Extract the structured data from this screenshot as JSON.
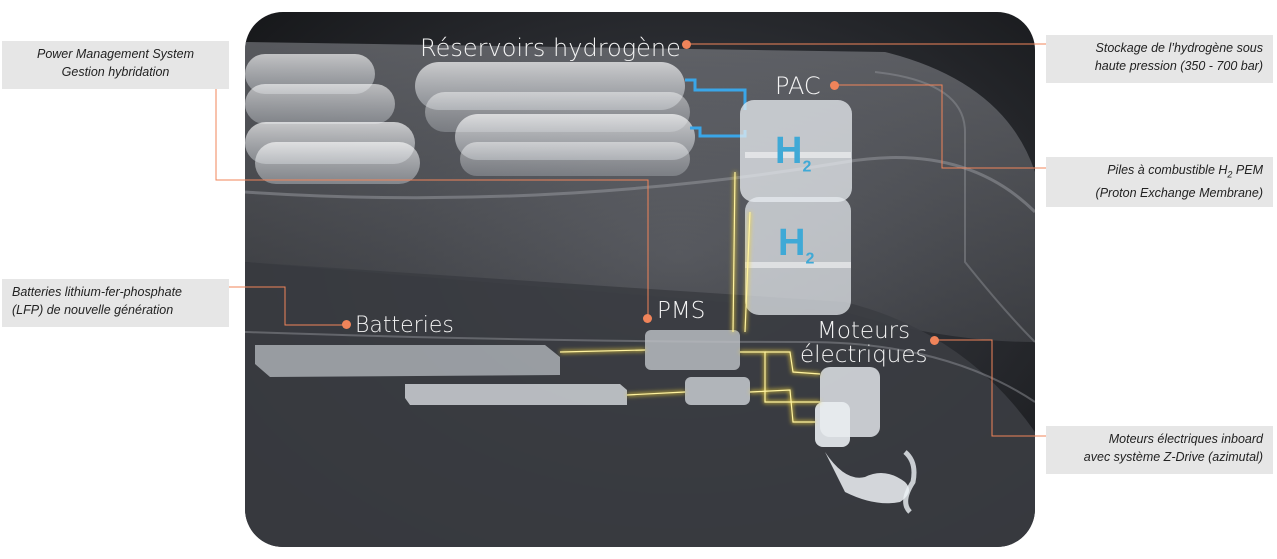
{
  "scene_labels": {
    "reservoirs": "Réservoirs hydrogène",
    "pac": "PAC",
    "pms": "PMS",
    "batteries": "Batteries",
    "moteurs_line1": "Moteurs",
    "moteurs_line2": "électriques",
    "h2_symbol": "H",
    "h2_subscript": "2"
  },
  "callouts": {
    "pms_line1": "Power Management System",
    "pms_line2": "Gestion hybridation",
    "batteries_line1": "Batteries  lithium-fer-phosphate",
    "batteries_line2": "(LFP) de nouvelle génération",
    "stockage_line1": "Stockage  de  l’hydrogène  sous",
    "stockage_line2": "haute pression (350 - 700 bar)",
    "piles_line1_a": "Piles  à  combustible  H",
    "piles_line1_sub": "2",
    "piles_line1_b": "  PEM",
    "piles_line2": "(Proton Exchange Membrane)",
    "moteurs_line1": "Moteurs     électriques     inboard",
    "moteurs_line2": "avec système Z-Drive (azimutal)"
  },
  "colors": {
    "accent": "#f0845a",
    "callout_bg": "#e6e6e6",
    "electric": "#f2d43a",
    "hydrogen_pipe": "#3aa6e8",
    "h2_text": "#3fa9d6"
  }
}
